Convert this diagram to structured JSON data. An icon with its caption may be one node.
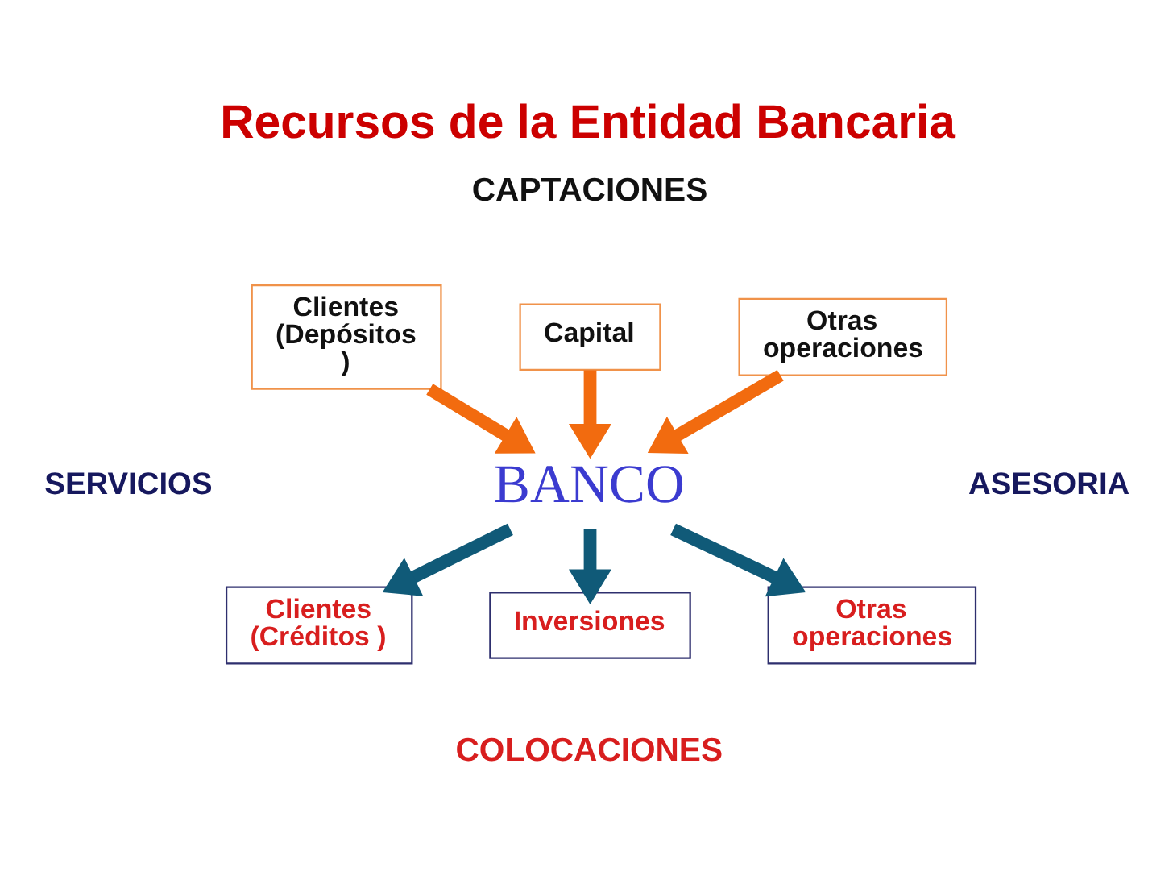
{
  "diagram": {
    "title": "Recursos de la Entidad Bancaria",
    "nodes": [
      {
        "text": [
          "Clientes (Depósitos )"
        ]
      },
      {
        "text": [
          "Capital"
        ]
      },
      {
        "text": [
          "Otras operaciones"
        ]
      },
      {
        "text": [
          "BANCO"
        ]
      },
      {
        "text": [
          "Clientes (Créditos )"
        ]
      },
      {
        "text": [
          "Inversiones"
        ]
      },
      {
        "text": [
          "Otras operaciones"
        ]
      }
    ],
    "edges": [
      {
        "from": 0,
        "to": 3,
        "arrow": "to",
        "color": "#f26b0f"
      },
      {
        "from": 1,
        "to": 3,
        "arrow": "to",
        "color": "#f26b0f"
      },
      {
        "from": 2,
        "to": 3,
        "arrow": "to",
        "color": "#f26b0f"
      },
      {
        "from": 3,
        "to": 4,
        "arrow": "to",
        "color": "#105a78"
      },
      {
        "from": 3,
        "to": 5,
        "arrow": "to",
        "color": "#105a78"
      },
      {
        "from": 3,
        "to": 6,
        "arrow": "to",
        "color": "#105a78"
      }
    ],
    "labels": [
      "CAPTACIONES",
      "SERVICIOS",
      "ASESORIA",
      "COLOCACIONES"
    ]
  }
}
